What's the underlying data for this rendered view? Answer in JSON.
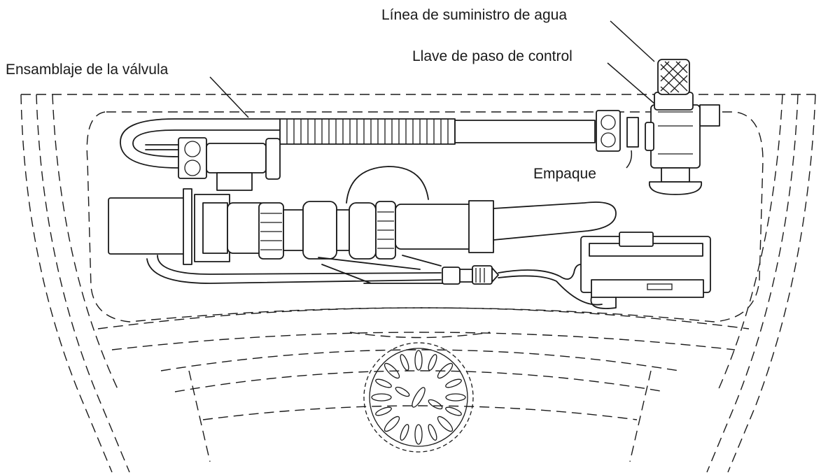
{
  "labels": {
    "water_supply_line": "Línea de suministro de agua",
    "valve_assembly": "Ensamblaje de la válvula",
    "control_stop": "Llave de paso de control",
    "gasket": "Empaque"
  },
  "colors": {
    "line": "#1a1a1a",
    "background": "#ffffff"
  }
}
